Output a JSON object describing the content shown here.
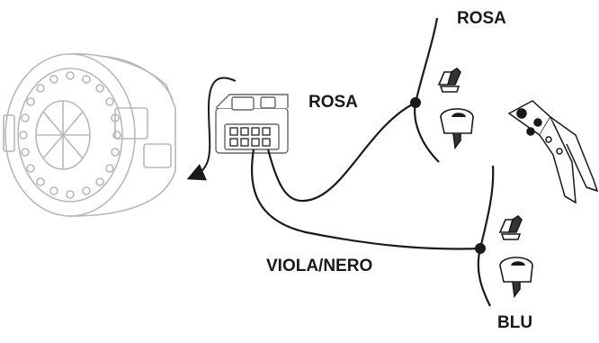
{
  "labels": {
    "rosa_top": "ROSA",
    "rosa_mid": "ROSA",
    "viola_nero": "VIOLA/NERO",
    "blu": "BLU"
  },
  "colors": {
    "line": "#1a1a1a",
    "light_line": "#b8b8b8",
    "background": "#ffffff"
  },
  "icons": [
    "motor-drawing",
    "connector-drawing",
    "butt-splice-icon",
    "heat-shrink-sleeve-icon",
    "crimping-pliers-icon"
  ]
}
